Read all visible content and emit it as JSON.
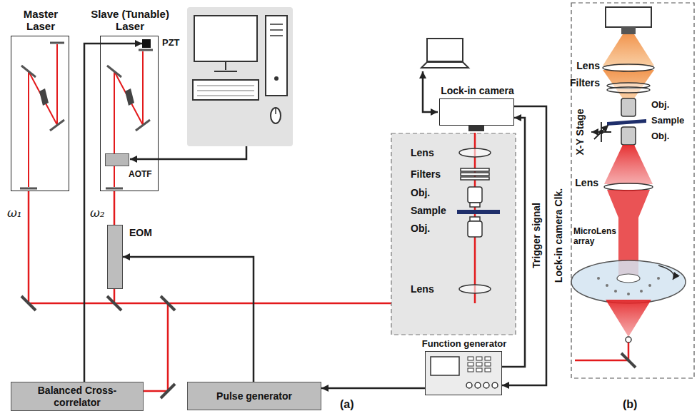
{
  "diagram": {
    "nodes": [
      {
        "text": [
          "Master Laser"
        ]
      },
      {
        "text": [
          "Slave (Tunable) Laser"
        ]
      },
      {
        "text": [
          "PZT"
        ],
        "in": 1
      },
      {
        "text": [
          "AOTF"
        ],
        "in": 1
      },
      {
        "text": [
          "EOM"
        ]
      },
      {
        "text": [
          "Lock-in camera"
        ]
      },
      {
        "text": [
          "Balanced Cross-correlator"
        ]
      },
      {
        "text": [
          "Pulse generator"
        ]
      },
      {
        "text": [
          "Function generator"
        ]
      }
    ],
    "edges": [
      {
        "from": 6,
        "to": 2,
        "arrow": "to"
      },
      {
        "from": 7,
        "to": 4,
        "arrow": "to"
      },
      {
        "from": 8,
        "to": 7,
        "arrow": "to"
      },
      {
        "from": 8,
        "to": 5,
        "label": "Trigger signal",
        "arrow": "to"
      },
      {
        "from": 5,
        "to": 8,
        "label": "Lock-in camera Clk.",
        "arrow": "to"
      }
    ],
    "labels": [
      "ω₁",
      "ω₂",
      "Lens",
      "Filters",
      "Obj.",
      "Sample",
      "Obj.",
      "Lens",
      "(a)",
      "Lens",
      "Filters",
      "X-Y Stage",
      "Obj.",
      "Sample",
      "Obj.",
      "Lens",
      "MicroLens array",
      "(b)"
    ]
  }
}
